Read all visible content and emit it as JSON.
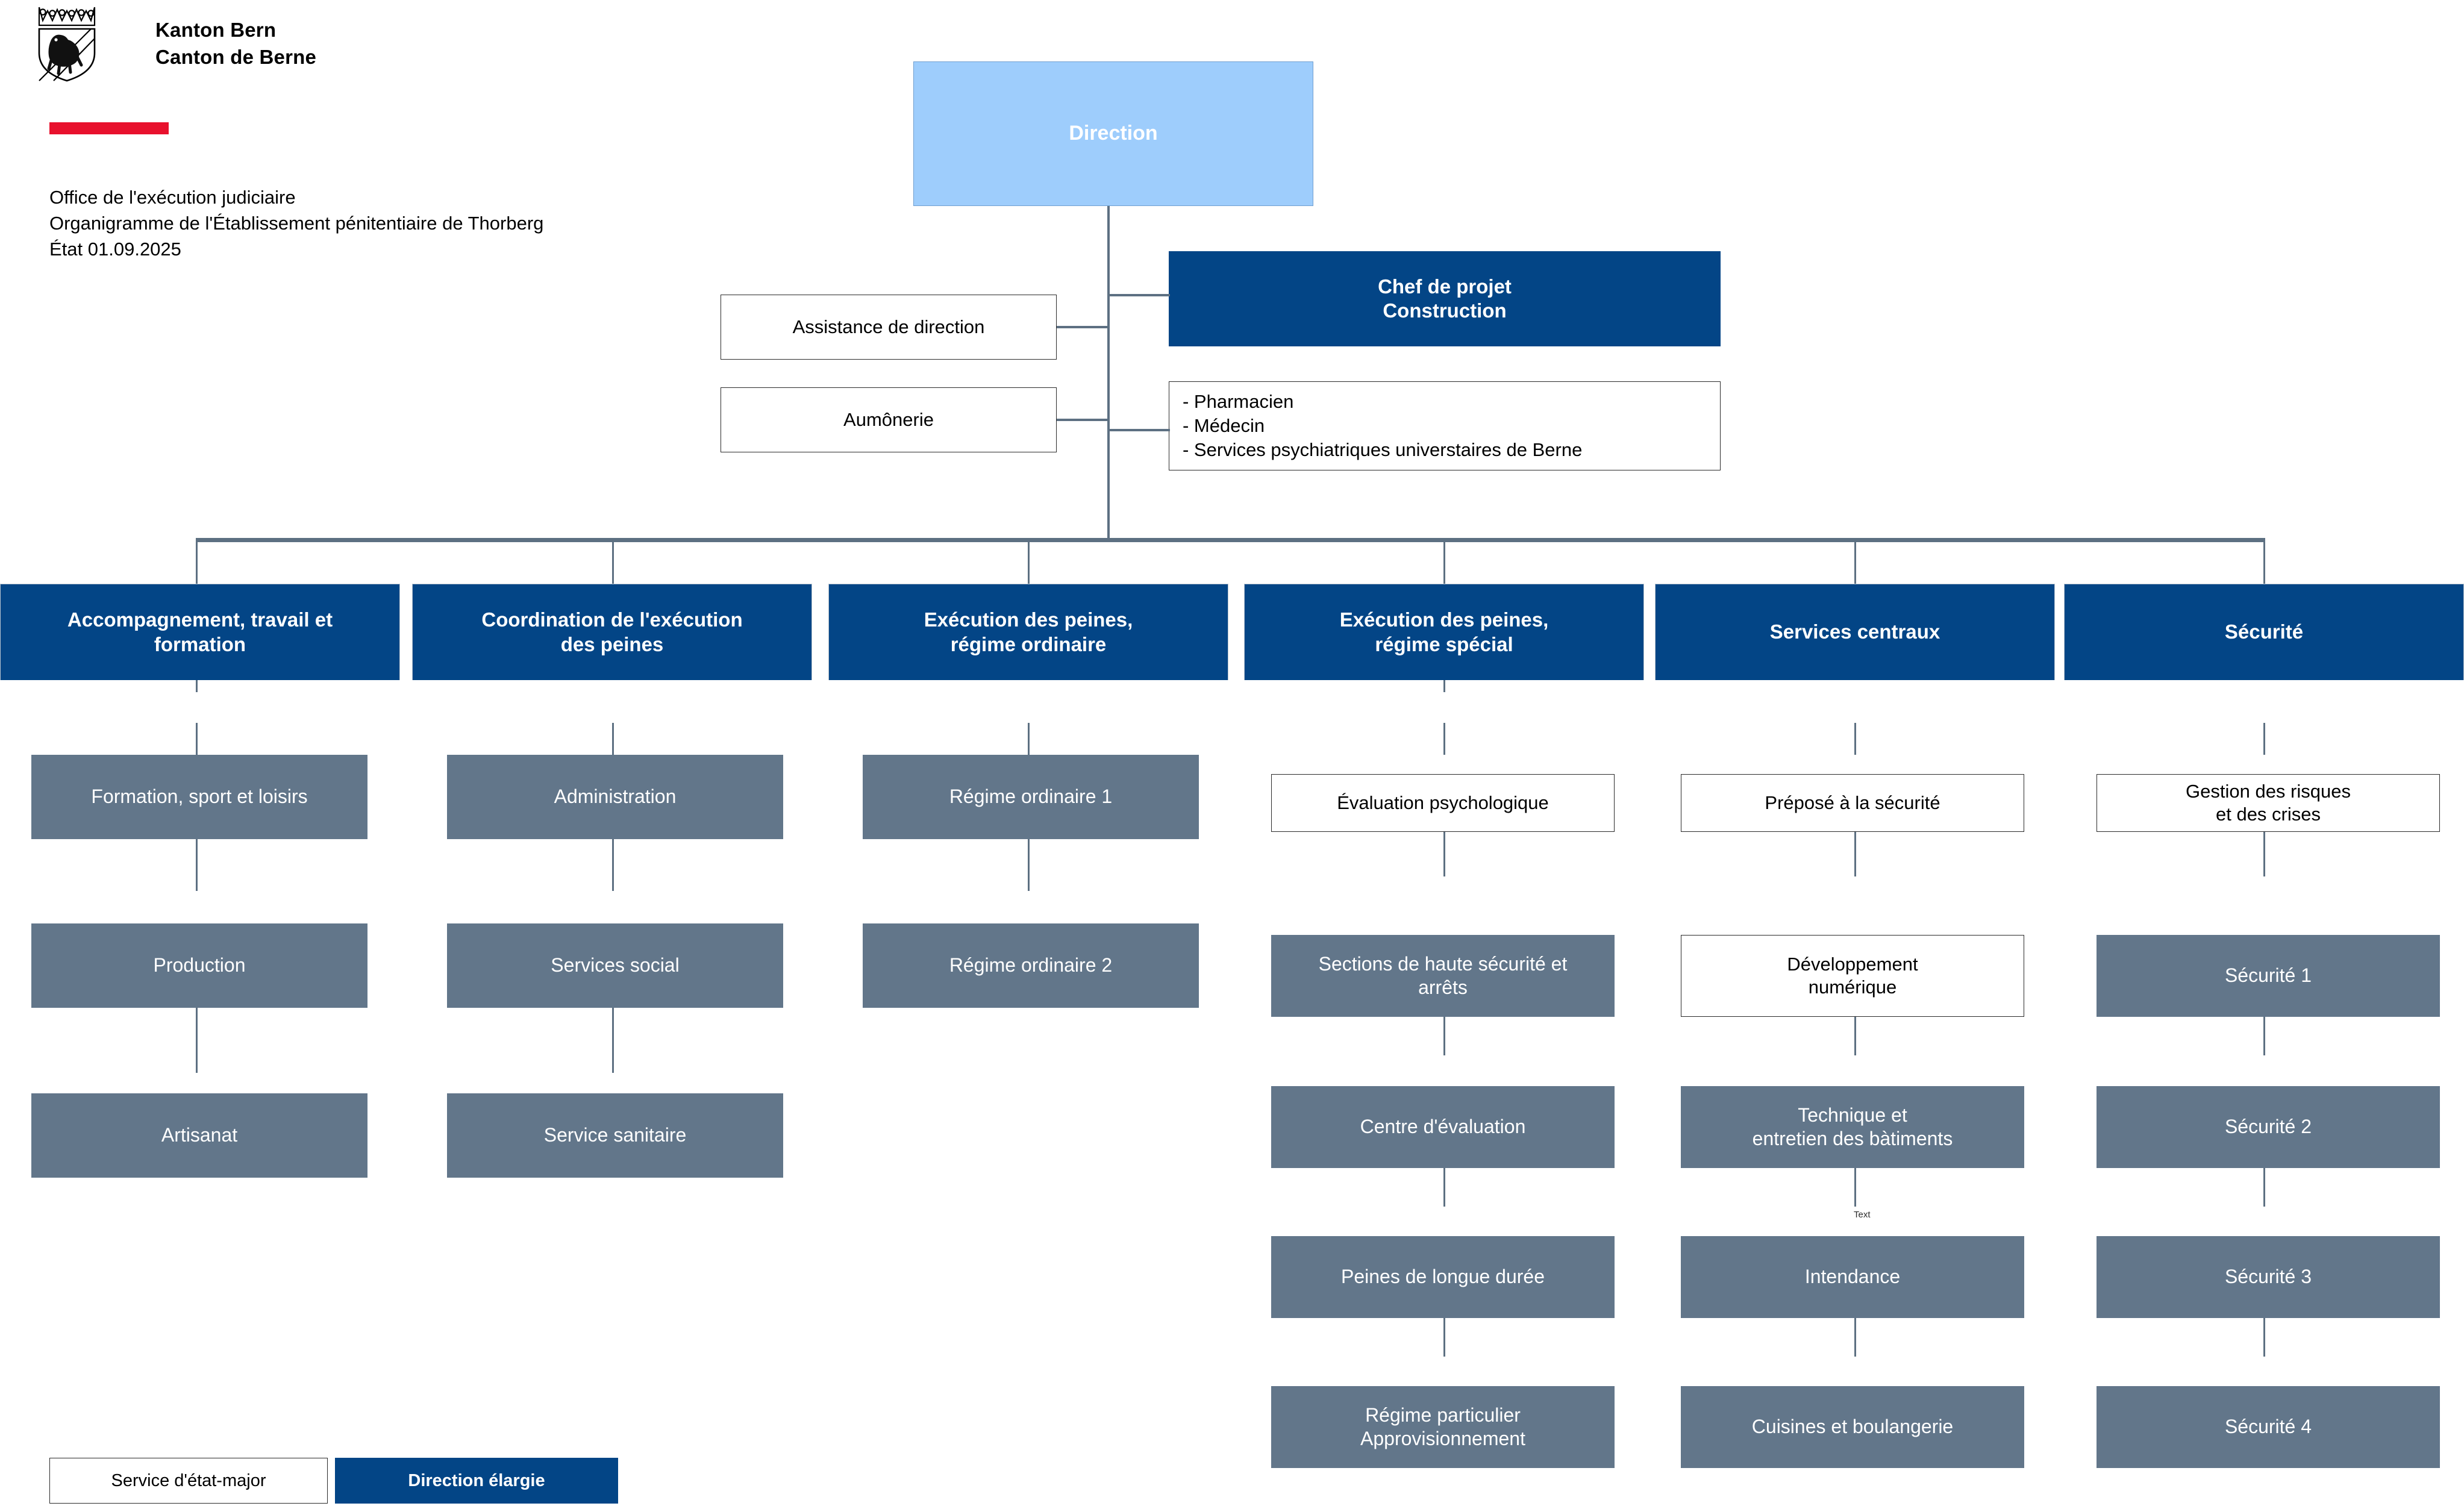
{
  "branding": {
    "coat_of_arms_icon": "bern-coat-of-arms-icon",
    "name_de": "Kanton Bern",
    "name_fr": "Canton de Berne",
    "accent_color": "#e8112d"
  },
  "document": {
    "title_lines": "Office de l'exécution judiciaire\nOrganigramme de l'Établissement pénitentiaire de Thorberg\nÉtat 01.09.2025",
    "office": "Office de l'exécution judiciaire",
    "subtitle": "Organigramme de l'Établissement pénitentiaire de Thorberg",
    "status_date": "État 01.09.2025"
  },
  "colors": {
    "direction_box": "#9ecdfc",
    "dark_blue": "#034586",
    "slate": "#62768a",
    "connector": "#5d7082",
    "red_rule": "#e8112d"
  },
  "top": {
    "direction": "Direction",
    "assistance": "Assistance de direction",
    "aumonerie": "Aumônerie",
    "chef_projet": "Chef de projet\nConstruction",
    "externals": "- Pharmacien\n- Médecin\n- Services psychiatriques universtaires de Berne",
    "externals_items": [
      "- Pharmacien",
      "- Médecin",
      "- Services psychiatriques universtaires de Berne"
    ]
  },
  "departments": [
    {
      "name": "Accompagnement, travail et\nformation",
      "children": [
        {
          "label": "Formation, sport et loisirs",
          "style": "slate"
        },
        {
          "label": "Production",
          "style": "slate"
        },
        {
          "label": "Artisanat",
          "style": "slate"
        }
      ]
    },
    {
      "name": "Coordination de l'exécution\ndes peines",
      "children": [
        {
          "label": "Administration",
          "style": "slate"
        },
        {
          "label": "Services social",
          "style": "slate"
        },
        {
          "label": "Service sanitaire",
          "style": "slate"
        }
      ]
    },
    {
      "name": "Exécution des peines,\nrégime ordinaire",
      "children": [
        {
          "label": "Régime ordinaire 1",
          "style": "slate"
        },
        {
          "label": "Régime ordinaire 2",
          "style": "slate"
        }
      ]
    },
    {
      "name": "Exécution des peines,\nrégime spécial",
      "children": [
        {
          "label": "Évaluation psychologique",
          "style": "white"
        },
        {
          "label": "Sections de haute sécurité et\narrêts",
          "style": "slate"
        },
        {
          "label": "Centre d'évaluation",
          "style": "slate"
        },
        {
          "label": "Peines de longue durée",
          "style": "slate"
        },
        {
          "label": "Régime particulier\nApprovisionnement",
          "style": "slate"
        }
      ]
    },
    {
      "name": "Services centraux",
      "children": [
        {
          "label": "Préposé à la sécurité",
          "style": "white"
        },
        {
          "label": "Développement\nnumérique",
          "style": "white"
        },
        {
          "label": "Technique et\nentretien des bàtiments",
          "style": "slate"
        },
        {
          "label": "Intendance",
          "style": "slate"
        },
        {
          "label": "Cuisines et boulangerie",
          "style": "slate"
        }
      ]
    },
    {
      "name": "Sécurité",
      "children": [
        {
          "label": "Gestion des risques\net des crises",
          "style": "white"
        },
        {
          "label": "Sécurité 1",
          "style": "slate"
        },
        {
          "label": "Sécurité 2",
          "style": "slate"
        },
        {
          "label": "Sécurité 3",
          "style": "slate"
        },
        {
          "label": "Sécurité 4",
          "style": "slate"
        }
      ]
    }
  ],
  "stray_label": "Text",
  "legend": {
    "staff_service": "Service d'état-major",
    "extended_management": "Direction élargie"
  }
}
